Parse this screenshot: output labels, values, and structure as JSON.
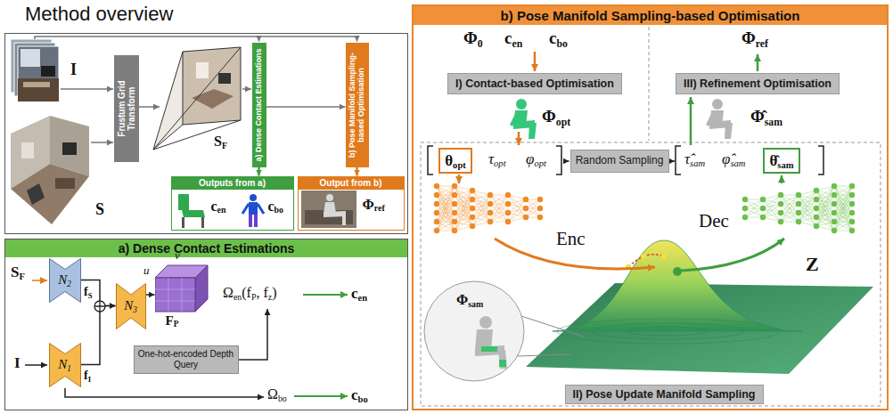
{
  "diagram": {
    "nodes": [
      {
        "text": [
          "Method overview"
        ]
      },
      {
        "text": [
          "Frustum Grid Transform"
        ],
        "in": 0
      },
      {
        "text": [
          "a) Dense Contact Estimations"
        ],
        "in": 0
      },
      {
        "text": [
          "b) Pose Manifold Sampling-based Optimisation"
        ],
        "in": 0
      },
      {
        "text": [
          "Outputs from a)",
          "cen",
          "cbo"
        ],
        "in": 0
      },
      {
        "text": [
          "Output from b)",
          "Φref"
        ],
        "in": 0
      },
      {
        "text": [
          "a) Dense Contact Estimations"
        ]
      },
      {
        "text": [
          "N2"
        ],
        "in": 6
      },
      {
        "text": [
          "N1"
        ],
        "in": 6
      },
      {
        "text": [
          "N3"
        ],
        "in": 6
      },
      {
        "text": [
          "FP"
        ],
        "in": 6
      },
      {
        "text": [
          "One-hot-encoded Depth Query"
        ],
        "in": 6
      },
      {
        "text": [
          "b) Pose Manifold Sampling-based Optimisation"
        ]
      },
      {
        "text": [
          "I) Contact-based Optimisation"
        ],
        "in": 12
      },
      {
        "text": [
          "III) Refinement Optimisation"
        ],
        "in": 12
      },
      {
        "text": [
          "θopt"
        ],
        "in": 12
      },
      {
        "text": [
          "Random Sampling"
        ],
        "in": 12
      },
      {
        "text": [
          "θ̂sam"
        ],
        "in": 12
      },
      {
        "text": [
          "II) Pose Update Manifold Sampling"
        ],
        "in": 12
      }
    ],
    "edges": [
      {
        "from": 2,
        "to": 3,
        "arrow": "to"
      },
      {
        "from": 2,
        "to": 4,
        "arrow": "to"
      },
      {
        "from": 3,
        "to": 5,
        "arrow": "to"
      },
      {
        "from": 7,
        "to": 9,
        "arrow": "to"
      },
      {
        "from": 8,
        "to": 9,
        "arrow": "to"
      },
      {
        "from": 9,
        "to": 10,
        "arrow": "to"
      }
    ],
    "labels": [
      "I",
      "S",
      "SF",
      "SF",
      "I",
      "fS",
      "fI",
      "v",
      "u",
      "Ωen(fP, fz)",
      "cen",
      "Ωbo",
      "cbo",
      "Φ0",
      "cen",
      "cbo",
      "Φref",
      "Φopt",
      "Φ̂sam",
      "τopt",
      "φopt",
      "τ̂sam",
      "φ̂sam",
      "Enc",
      "Dec",
      "Z",
      "Φsam"
    ]
  }
}
